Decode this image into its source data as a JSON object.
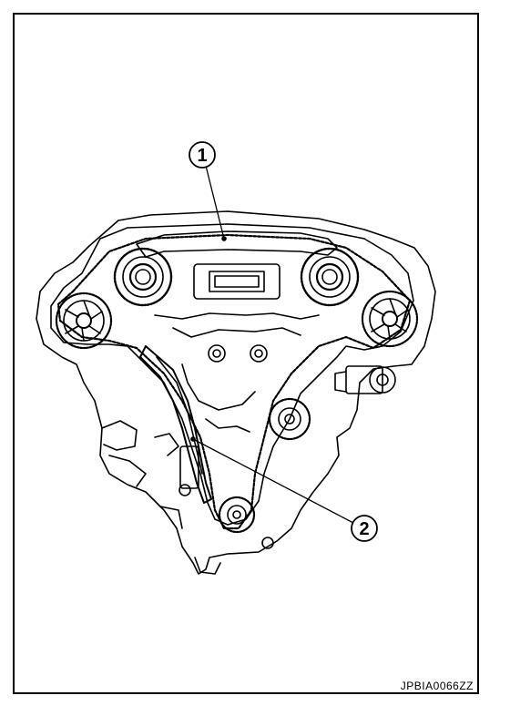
{
  "figure": {
    "id_label": "JPBIA0066ZZ",
    "callouts": [
      {
        "number": "1"
      },
      {
        "number": "2"
      }
    ]
  },
  "colors": {
    "line": "#000000",
    "background": "#ffffff"
  }
}
